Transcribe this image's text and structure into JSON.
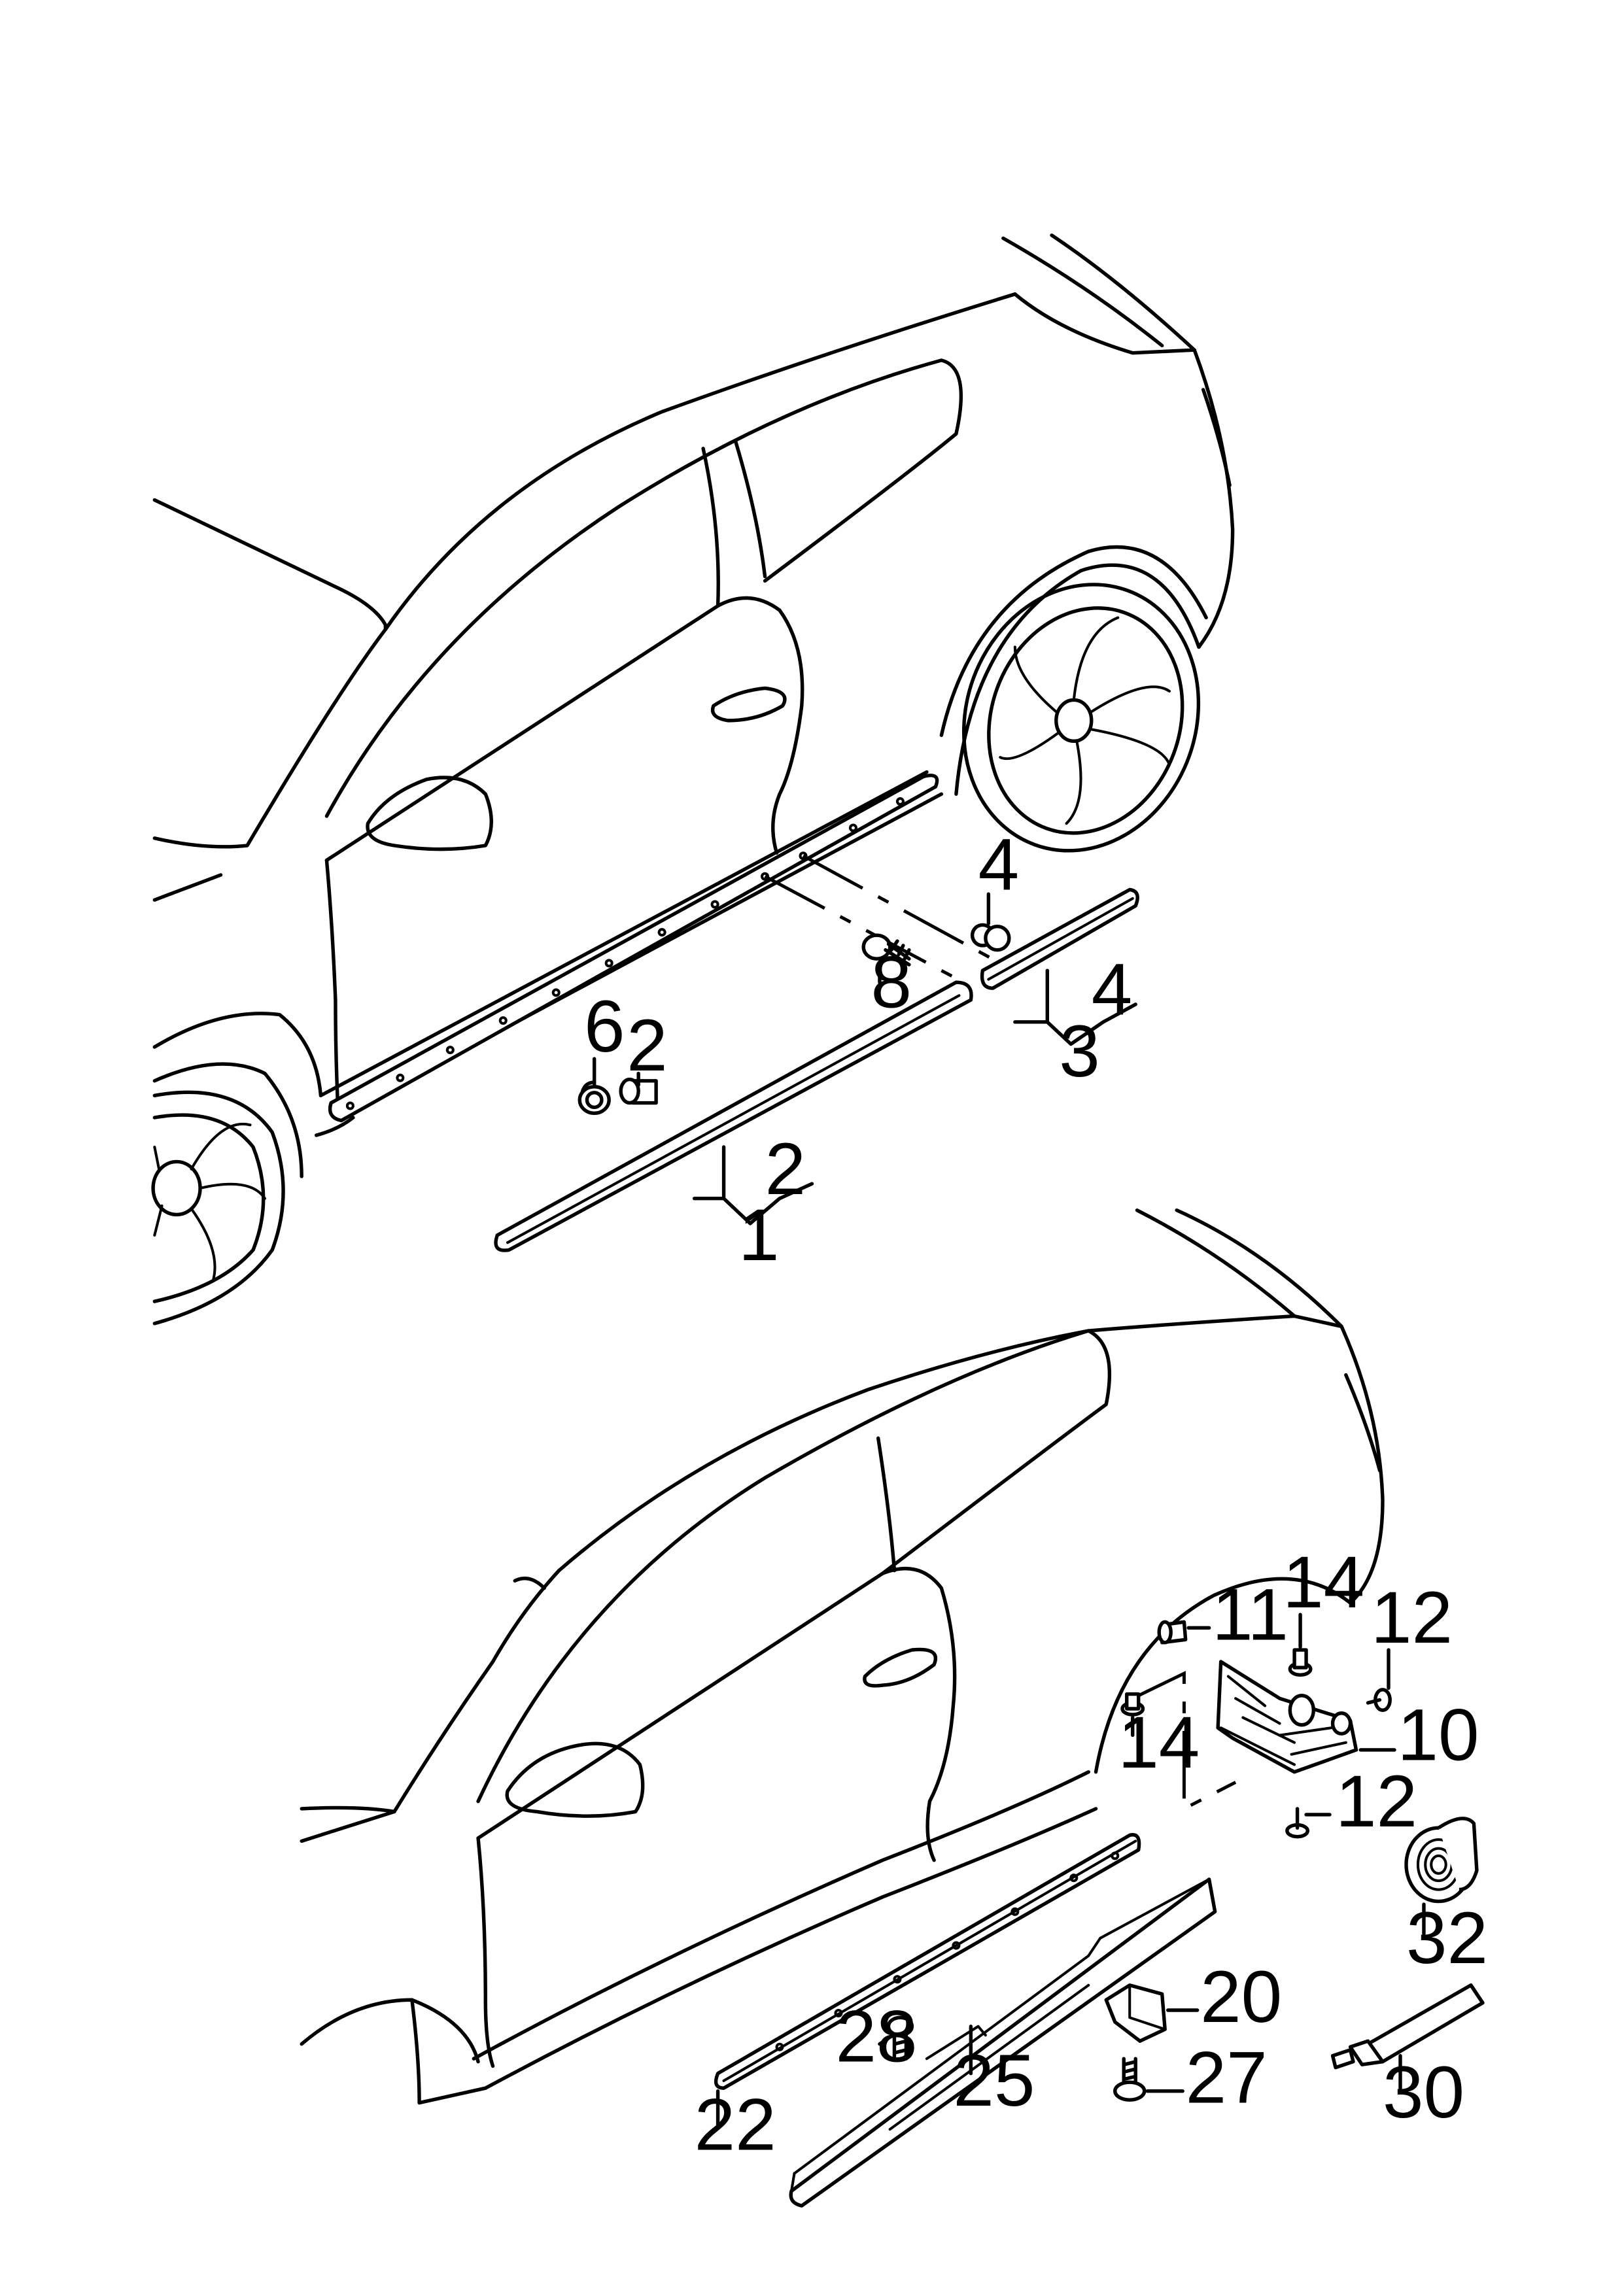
{
  "callouts": {
    "c1": "1",
    "c2a": "2",
    "c2b": "2",
    "c3": "3",
    "c4a": "4",
    "c4b": "4",
    "c6": "6",
    "c8": "8",
    "c10": "10",
    "c11": "11",
    "c12a": "12",
    "c12b": "12",
    "c14a": "14",
    "c14b": "14",
    "c20": "20",
    "c22": "22",
    "c25": "25",
    "c27": "27",
    "c28": "28",
    "c30": "30",
    "c32": "32"
  }
}
